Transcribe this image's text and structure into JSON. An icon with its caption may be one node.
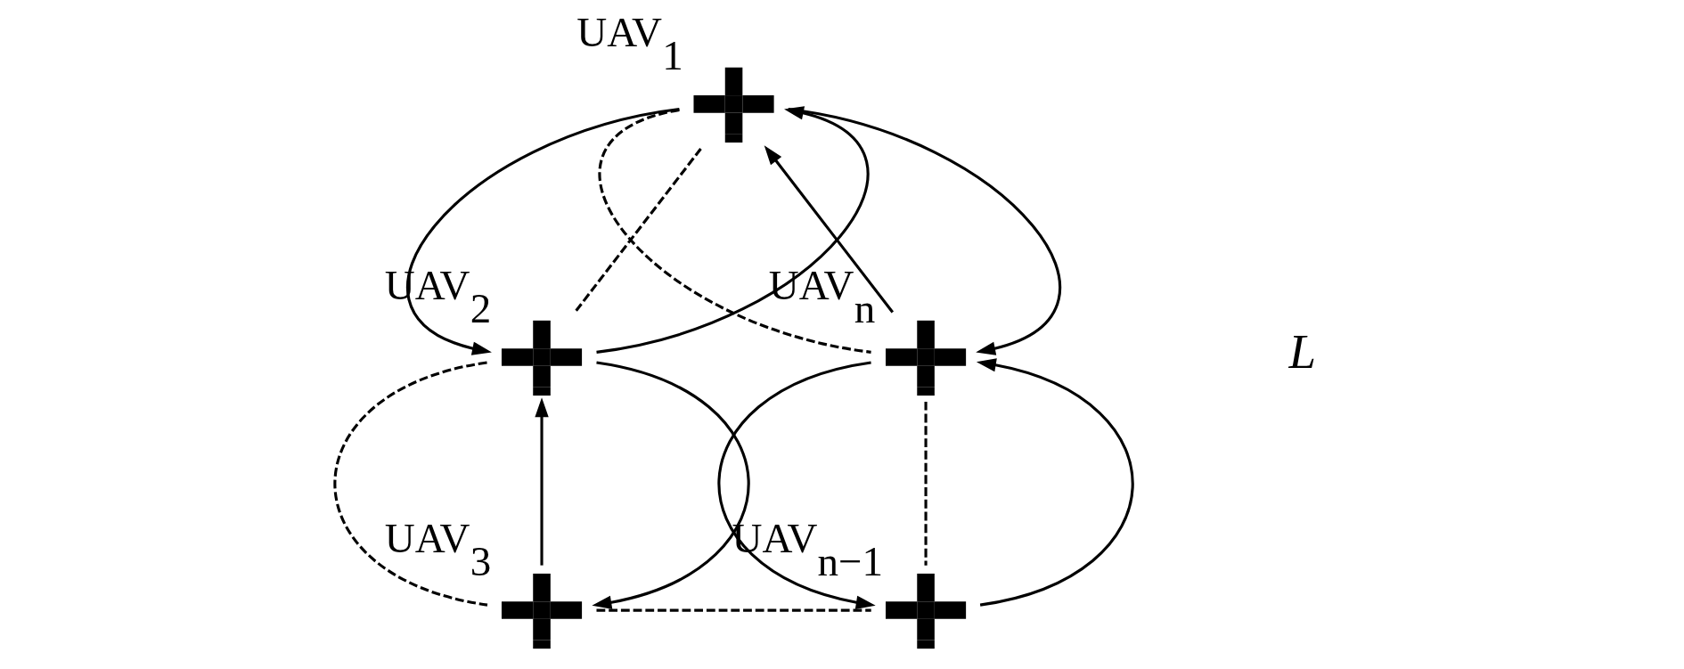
{
  "diagram": {
    "nodes": [
      {
        "text": [],
        "shape": "airplane",
        "beside": [
          "UAV$_{1}$"
        ]
      },
      {
        "text": [],
        "shape": "airplane",
        "beside": [
          "UAV$_{2}$"
        ]
      },
      {
        "text": [],
        "shape": "airplane",
        "beside": [
          "UAV$_{n}$"
        ]
      },
      {
        "text": [],
        "shape": "airplane",
        "beside": [
          "UAV$_{3}$"
        ]
      },
      {
        "text": [],
        "shape": "airplane",
        "beside": [
          "UAV$_{n−1}$"
        ]
      }
    ],
    "edges": [
      {
        "from": 0,
        "to": 1,
        "arrow": "to"
      },
      {
        "from": 0,
        "to": 1,
        "arrow": "none",
        "style": "dashed"
      },
      {
        "from": 1,
        "to": 0,
        "arrow": "to"
      },
      {
        "from": 2,
        "to": 0,
        "arrow": "to"
      },
      {
        "from": 0,
        "to": 2,
        "arrow": "none",
        "style": "dashed"
      },
      {
        "from": 0,
        "to": 2,
        "arrow": "to"
      },
      {
        "from": 3,
        "to": 1,
        "arrow": "to"
      },
      {
        "from": 1,
        "to": 3,
        "arrow": "none",
        "style": "dashed"
      },
      {
        "from": 1,
        "to": 3,
        "arrow": "to"
      },
      {
        "from": 2,
        "to": 4,
        "arrow": "to"
      },
      {
        "from": 2,
        "to": 4,
        "arrow": "none",
        "style": "dashed"
      },
      {
        "from": 4,
        "to": 2,
        "arrow": "to"
      },
      {
        "from": 3,
        "to": 4,
        "arrow": "none",
        "style": "dashed"
      }
    ],
    "labels": [
      "L"
    ]
  }
}
